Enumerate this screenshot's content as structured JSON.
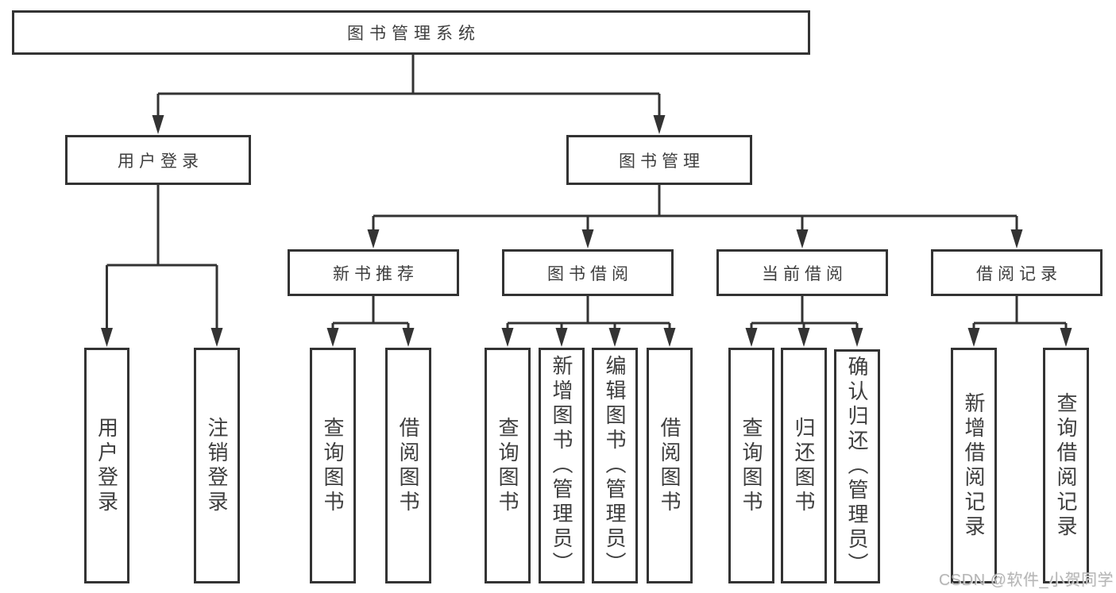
{
  "tree": {
    "root": {
      "label": "图书管理系统",
      "children": [
        {
          "label": "用户登录",
          "children": [
            {
              "label": "用户登录"
            },
            {
              "label": "注销登录"
            }
          ]
        },
        {
          "label": "图书管理",
          "children": [
            {
              "label": "新书推荐",
              "children": [
                {
                  "label": "查询图书"
                },
                {
                  "label": "借阅图书"
                }
              ]
            },
            {
              "label": "图书借阅",
              "children": [
                {
                  "label": "查询图书"
                },
                {
                  "label": "新增图书（管理员）"
                },
                {
                  "label": "编辑图书（管理员）"
                },
                {
                  "label": "借阅图书"
                }
              ]
            },
            {
              "label": "当前借阅",
              "children": [
                {
                  "label": "查询图书"
                },
                {
                  "label": "归还图书"
                },
                {
                  "label": "确认归还（管理员）"
                }
              ]
            },
            {
              "label": "借阅记录",
              "children": [
                {
                  "label": "新增借阅记录"
                },
                {
                  "label": "查询借阅记录"
                }
              ]
            }
          ]
        }
      ]
    }
  },
  "watermark": "CSDN @软件_小贺同学",
  "colors": {
    "line": "#333333",
    "text": "#3e3e3e",
    "watermark": "#aeaeae",
    "background": "#ffffff"
  }
}
